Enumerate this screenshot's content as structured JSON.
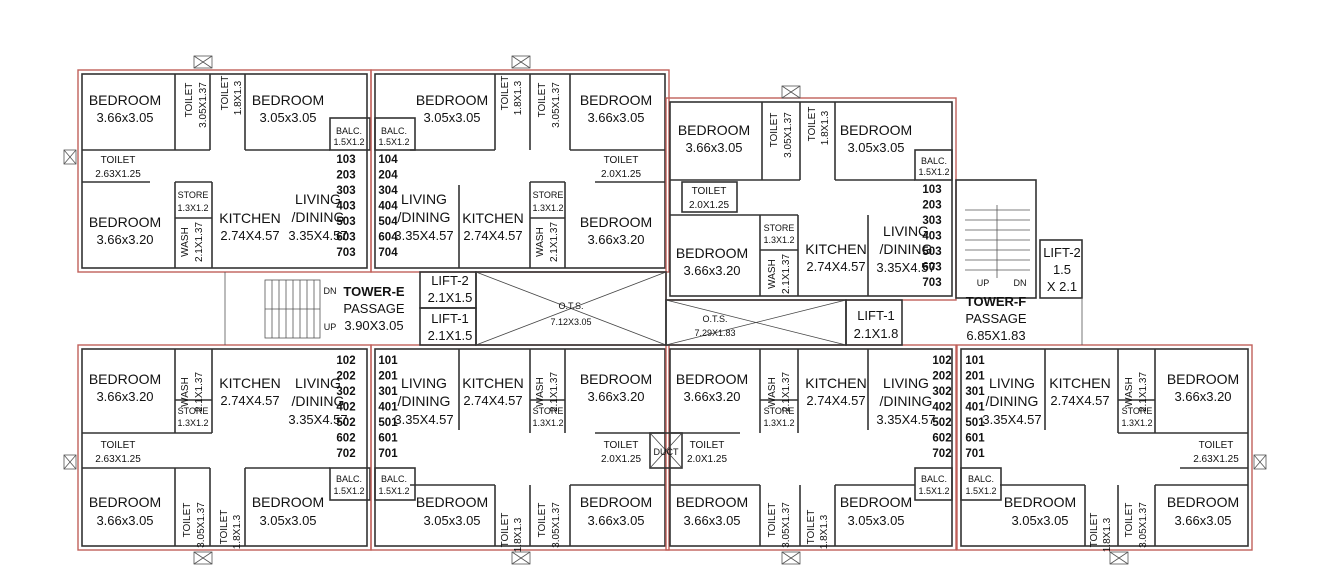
{
  "rooms": [
    {
      "name": "BEDROOM",
      "dim": "3.66x3.05"
    },
    {
      "name": "BEDROOM",
      "dim": "3.05x3.05"
    },
    {
      "name": "BEDROOM",
      "dim": "3.66x3.20"
    },
    {
      "name": "KITCHEN",
      "dim": "2.74X4.57"
    },
    {
      "name": "LIVING",
      "sub": "/DINING",
      "dim": "3.35X4.57"
    },
    {
      "name": "TOILET",
      "dim": "3.05X1.37"
    },
    {
      "name": "TOILET",
      "dim": "1.8X1.3"
    },
    {
      "name": "TOILET",
      "dim": "2.63X1.25"
    },
    {
      "name": "TOILET",
      "dim": "2.0X1.25"
    },
    {
      "name": "STORE",
      "dim": "1.3X1.2"
    },
    {
      "name": "WASH",
      "dim": "2.1X1.37"
    },
    {
      "name": "BALC.",
      "dim": "1.5X1.2"
    }
  ],
  "flat_numbers": {
    "a": [
      "103",
      "203",
      "303",
      "403",
      "503",
      "603",
      "703"
    ],
    "b": [
      "104",
      "204",
      "304",
      "404",
      "504",
      "604",
      "704"
    ],
    "c": [
      "102",
      "202",
      "302",
      "402",
      "502",
      "602",
      "702"
    ],
    "d": [
      "101",
      "201",
      "301",
      "401",
      "501",
      "601",
      "701"
    ]
  },
  "tower_e": {
    "name": "TOWER-E",
    "label": "PASSAGE",
    "dim": "3.90X3.05"
  },
  "tower_f": {
    "name": "TOWER-F",
    "label": "PASSAGE",
    "dim": "6.85X1.83"
  },
  "lifts": {
    "e_lift2": {
      "name": "LIFT-2",
      "dim": "2.1X1.5"
    },
    "e_lift1": {
      "name": "LIFT-1",
      "dim": "2.1X1.5"
    },
    "f_lift1": {
      "name": "LIFT-1",
      "dim": "2.1X1.8"
    },
    "f_lift2": {
      "name": "LIFT-2",
      "dim1": "1.5",
      "dim2": "X 2.1"
    }
  },
  "ots": [
    {
      "name": "O.T.S.",
      "dim": "7.12X3.05"
    },
    {
      "name": "O.T.S.",
      "dim": "7.29X1.83"
    }
  ],
  "duct": "DUCT",
  "stair": {
    "dn": "DN",
    "up": "UP"
  }
}
